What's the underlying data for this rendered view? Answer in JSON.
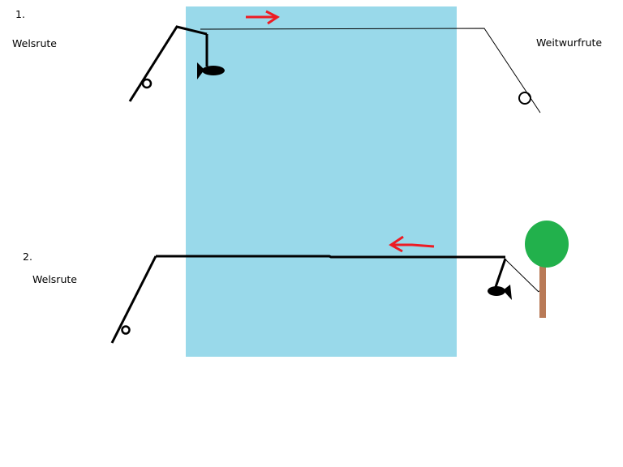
{
  "colors": {
    "water": "#99d9ea",
    "arrow": "#ed1c24",
    "tree_crown": "#22b14c",
    "tree_trunk": "#b97a57",
    "ink": "#000000"
  },
  "scene1": {
    "number": "1.",
    "left_rod_label": "Welsrute",
    "right_rod_label": "Weitwurfrute",
    "arrow_direction": "right"
  },
  "scene2": {
    "number": "2.",
    "left_rod_label": "Welsrute",
    "arrow_direction": "left"
  }
}
